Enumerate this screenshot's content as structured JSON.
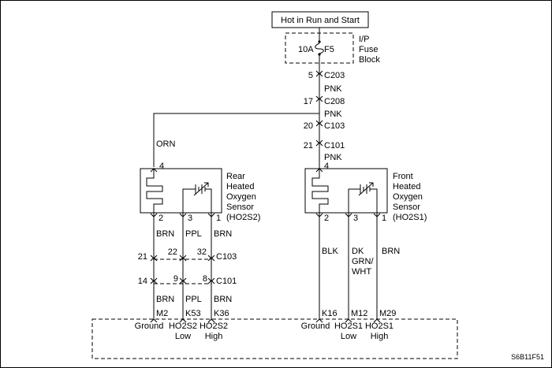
{
  "power": {
    "label": "Hot in Run and Start"
  },
  "fuse_block": {
    "rating": "10A",
    "fuse": "F5",
    "label_lines": [
      "I/P",
      "Fuse",
      "Block"
    ]
  },
  "trunk": {
    "c203_pin": "5",
    "c203": "C203",
    "wire1": "PNK",
    "c208_pin": "17",
    "c208": "C208",
    "wire2": "PNK",
    "c103_pin": "20",
    "c103": "C103",
    "c101_pin": "21",
    "c101": "C101",
    "wire3": "PNK",
    "front_pin": "4"
  },
  "rear_branch": {
    "wire": "ORN",
    "pin": "4"
  },
  "rear_sensor": {
    "label_lines": [
      "Rear",
      "Heated",
      "Oxygen",
      "Sensor",
      "(HO2S2)"
    ],
    "pins": [
      "2",
      "3",
      "1"
    ],
    "wires_top": [
      "BRN",
      "PPL",
      "BRN"
    ],
    "c103_pins": [
      "21",
      "22",
      "32"
    ],
    "c103": "C103",
    "c101_pins": [
      "14",
      "9",
      "8"
    ],
    "c101": "C101",
    "wires_bottom": [
      "BRN",
      "PPL",
      "BRN"
    ],
    "ecm_pins": [
      "M2",
      "K53",
      "K36"
    ],
    "ecm_labels": [
      [
        "Ground"
      ],
      [
        "HO2S2",
        "Low"
      ],
      [
        "HO2S2",
        "High"
      ]
    ]
  },
  "front_sensor": {
    "label_lines": [
      "Front",
      "Heated",
      "Oxygen",
      "Sensor",
      "(HO2S1)"
    ],
    "pins": [
      "2",
      "3",
      "1"
    ],
    "wires": [
      [
        "BLK"
      ],
      [
        "DK",
        "GRN/",
        "WHT"
      ],
      [
        "BRN"
      ]
    ],
    "ecm_pins": [
      "K16",
      "M12",
      "M29"
    ],
    "ecm_labels": [
      [
        "Ground"
      ],
      [
        "HO2S1",
        "Low"
      ],
      [
        "HO2S1",
        "High"
      ]
    ]
  },
  "figure_id": "S6B11F51"
}
